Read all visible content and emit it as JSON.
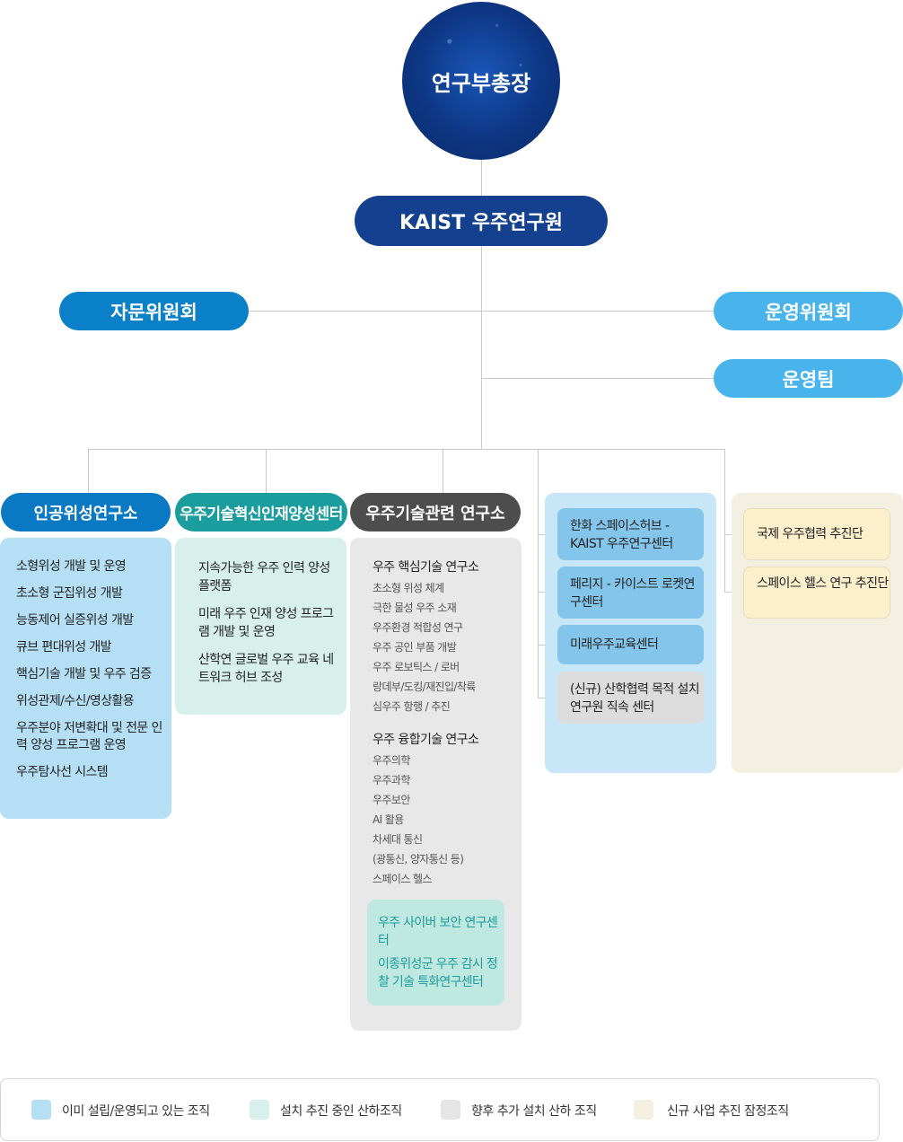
{
  "top": {
    "title": "연구부총장"
  },
  "institute": {
    "title": "KAIST 우주연구원"
  },
  "advisory": {
    "label": "자문위원회"
  },
  "committee": {
    "label": "운영위원회"
  },
  "team": {
    "label": "운영팀"
  },
  "columns": [
    {
      "title": "인공위성연구소",
      "items": [
        "소형위성 개발 및 운영",
        "초소형 군집위성 개발",
        "능동제어 실증위성 개발",
        "큐브 편대위성 개발",
        "핵심기술 개발 및 우주 검증",
        "위성관제/수신/영상활용",
        "우주분야 저변확대 및 전문 인력 양성 프로그램 운영",
        "우주탐사선 시스템"
      ]
    },
    {
      "title": "우주기술혁신인재양성센터",
      "items": [
        "지속가능한 우주 인력 양성 플랫폼",
        "미래 우주 인재 양성 프로그램 개발 및 운영",
        "산학연 글로벌 우주 교육 네트워크 허브 조성"
      ]
    },
    {
      "title": "우주기술관련 연구소",
      "sections": [
        {
          "title": "우주 핵심기술 연구소",
          "items": [
            "초소형 위성 체계",
            "극한 물성 우주 소재",
            "우주환경 적합성 연구",
            "우주 공인 부품 개발",
            "우주 로보틱스 / 로버",
            "랑데부/도킹/재진입/착륙",
            "심우주 항행 / 추진"
          ]
        },
        {
          "title": "우주 융합기술 연구소",
          "items": [
            "우주의학",
            "우주과학",
            "우주보안",
            "AI 활용",
            "차세대 통신",
            "(광통신, 양자통신 등)",
            "스페이스 헬스"
          ]
        }
      ],
      "planned": [
        "우주 사이버 보안 연구센터",
        "이종위성군 우주 감시 정찰 기술 특화연구센터"
      ]
    }
  ],
  "centers": [
    {
      "label": "한화 스페이스허브 - KAIST 우주연구센터"
    },
    {
      "label": "페리지 - 카이스트 로켓연구센터"
    },
    {
      "label": "미래우주교육센터"
    },
    {
      "label": "(신규) 산학협력 목적 설치 연구원 직속 센터"
    }
  ],
  "task_forces": [
    {
      "label": "국제 우주협력 추진단"
    },
    {
      "label": "스페이스 헬스 연구 추진단"
    }
  ],
  "legend": [
    {
      "label": "이미 설립/운영되고 있는 조직",
      "color": "#b5dff5"
    },
    {
      "label": "설치 추진 중인 산하조직",
      "color": "#d7f0ec"
    },
    {
      "label": "향후 추가 설치 산하 조직",
      "color": "#e5e5e5"
    },
    {
      "label": "신규 사업 추진 잠정조직",
      "color": "#f4f0e1"
    }
  ]
}
